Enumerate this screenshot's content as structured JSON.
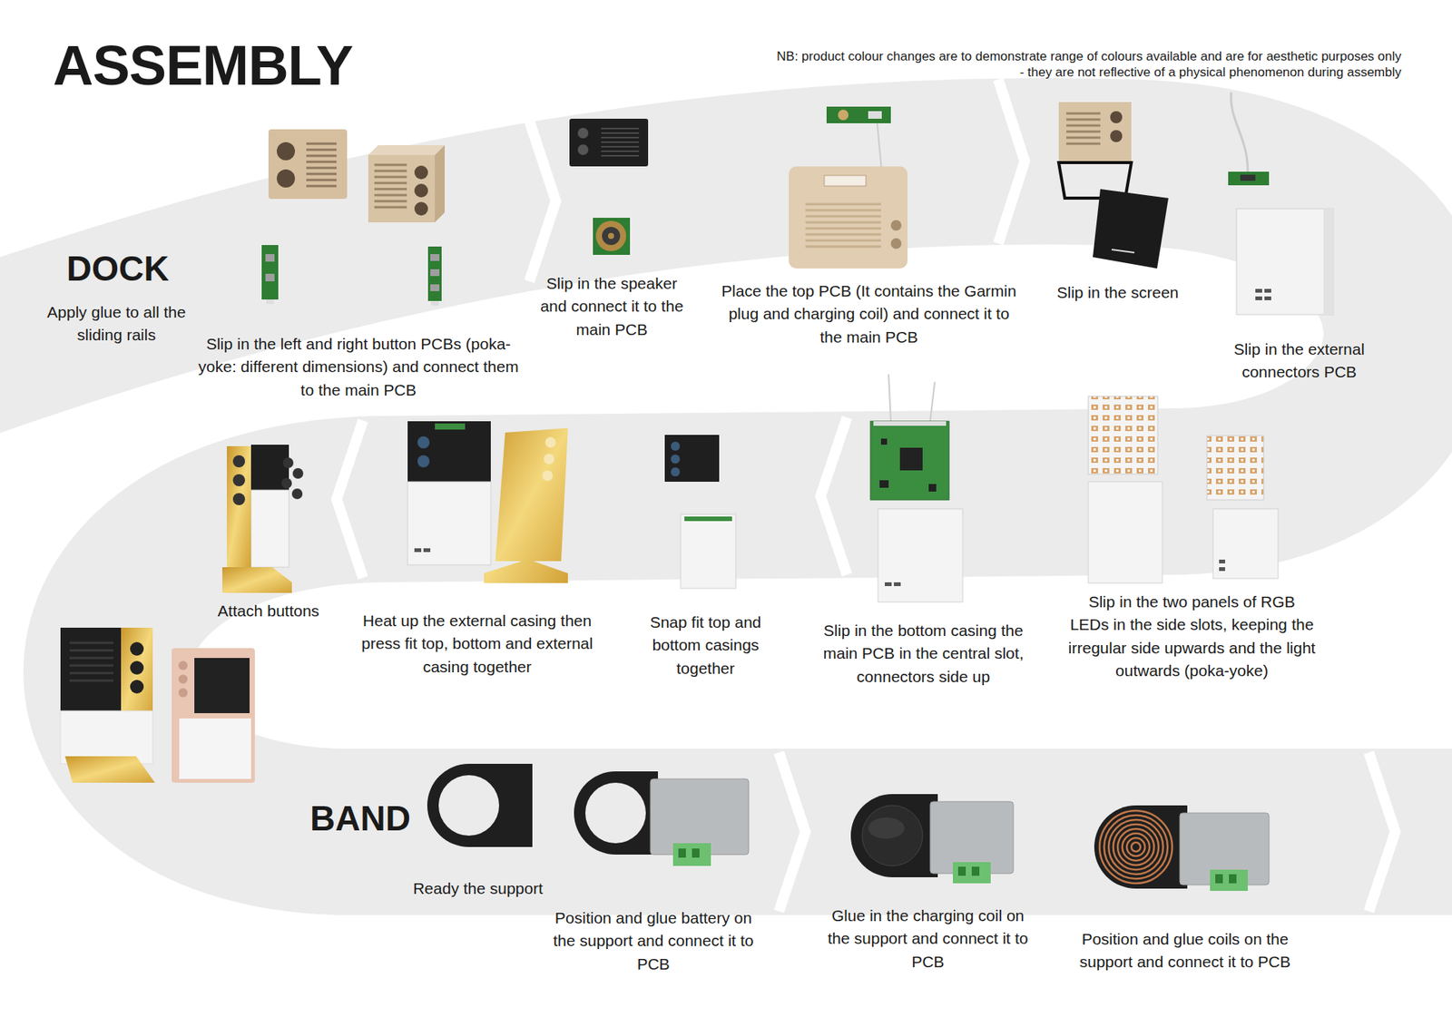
{
  "diagram": {
    "title": "ASSEMBLY",
    "labels": [
      "NB: product colour changes are to demonstrate range of colours available and are for aesthetic purposes only - they are not reflective of a physical phenomenon during assembly",
      "DOCK",
      "Apply glue to all the sliding rails",
      "Slip in the left and right button PCBs (poka-yoke: different dimensions) and connect them to the main PCB",
      "Slip in the speaker and connect it to the main PCB",
      "Place the top PCB (It contains the Garmin plug and charging coil) and connect it to the main PCB",
      "Slip in the screen",
      "Slip in the external connectors PCB",
      "Slip in the two panels of RGB LEDs in the side slots, keeping the irregular side upwards and the light outwards (poka-yoke)",
      "Slip in the bottom casing the main PCB in the central slot, connectors side up",
      "Snap fit top and bottom casings together",
      "Heat up the external casing then press fit top, bottom and external casing together",
      "Attach buttons",
      "BAND",
      "Ready the support",
      "Position and glue battery on the support and connect it to PCB",
      "Glue in the charging coil on the support and connect it to PCB",
      "Position and glue coils on the support and connect it to PCB"
    ]
  }
}
